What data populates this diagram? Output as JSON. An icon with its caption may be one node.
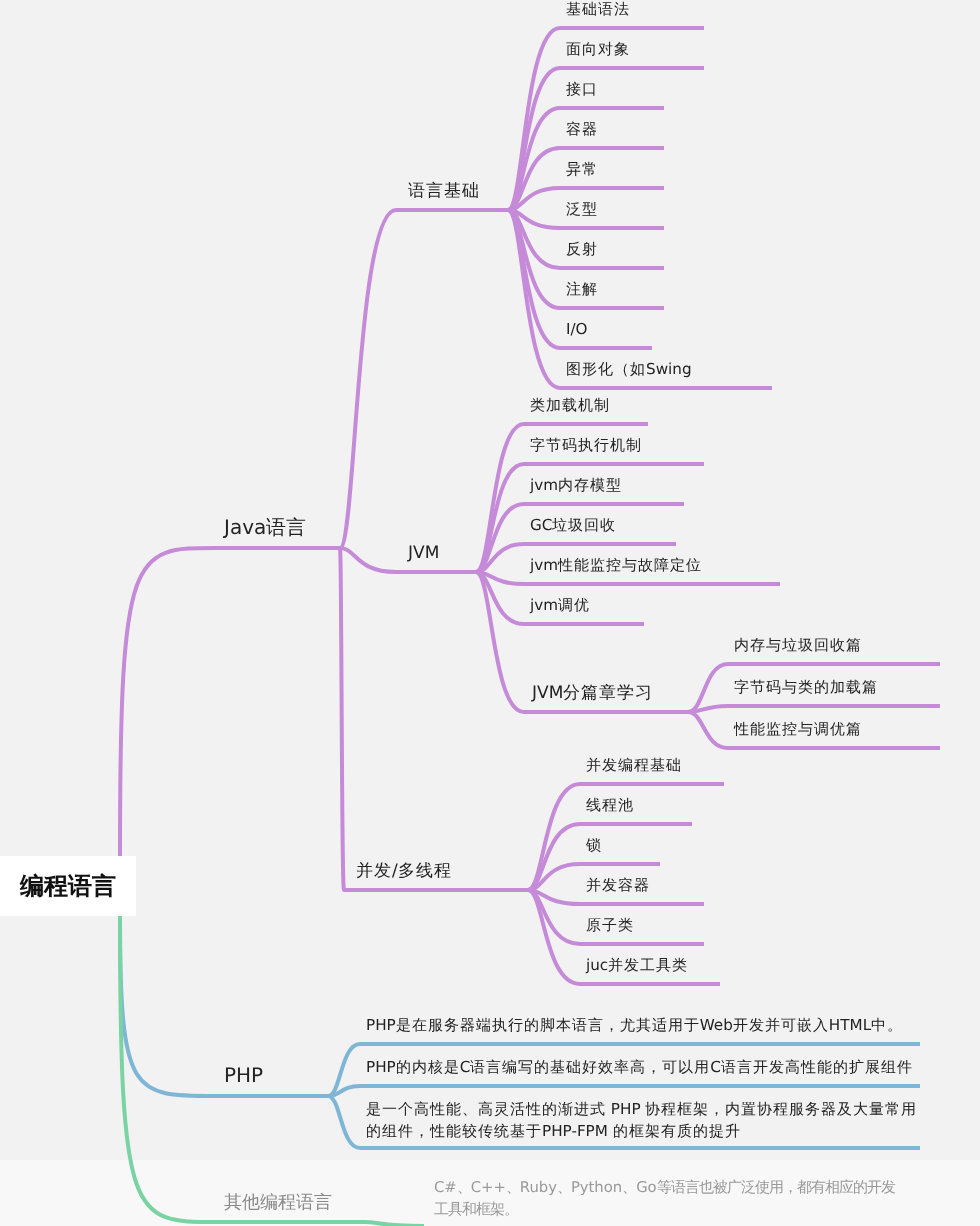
{
  "diagram": {
    "nodes": [
      {
        "text": [
          "编程语言"
        ]
      },
      {
        "text": [
          "Java语言"
        ]
      },
      {
        "text": [
          "语言基础"
        ]
      },
      {
        "text": [
          "基础语法"
        ]
      },
      {
        "text": [
          "面向对象"
        ]
      },
      {
        "text": [
          "接口"
        ]
      },
      {
        "text": [
          "容器"
        ]
      },
      {
        "text": [
          "异常"
        ]
      },
      {
        "text": [
          "泛型"
        ]
      },
      {
        "text": [
          "反射"
        ]
      },
      {
        "text": [
          "注解"
        ]
      },
      {
        "text": [
          "I/O"
        ]
      },
      {
        "text": [
          "图形化（如Swing"
        ]
      },
      {
        "text": [
          "JVM"
        ]
      },
      {
        "text": [
          "类加载机制"
        ]
      },
      {
        "text": [
          "字节码执行机制"
        ]
      },
      {
        "text": [
          "jvm内存模型"
        ]
      },
      {
        "text": [
          "GC垃圾回收"
        ]
      },
      {
        "text": [
          "jvm性能监控与故障定位"
        ]
      },
      {
        "text": [
          "jvm调优"
        ]
      },
      {
        "text": [
          "JVM分篇章学习"
        ]
      },
      {
        "text": [
          "内存与垃圾回收篇"
        ]
      },
      {
        "text": [
          "字节码与类的加载篇"
        ]
      },
      {
        "text": [
          "性能监控与调优篇"
        ]
      },
      {
        "text": [
          "并发/多线程"
        ]
      },
      {
        "text": [
          "并发编程基础"
        ]
      },
      {
        "text": [
          "线程池"
        ]
      },
      {
        "text": [
          "锁"
        ]
      },
      {
        "text": [
          "并发容器"
        ]
      },
      {
        "text": [
          "原子类"
        ]
      },
      {
        "text": [
          "juc并发工具类"
        ]
      },
      {
        "text": [
          "PHP"
        ]
      },
      {
        "text": [
          "PHP是在服务器端执行的脚本语言，尤其适用于Web开发并可嵌入HTML中。"
        ]
      },
      {
        "text": [
          "PHP的内核是C语言编写的基础好效率高，可以用C语言开发高性能的扩展组件"
        ]
      },
      {
        "text": [
          "是一个高性能、高灵活性的渐进式 PHP 协程框架，内置协程服务器及大量常用的组件，性能较传统基于PHP-FPM 的框架有质的提升"
        ]
      },
      {
        "text": [
          "其他编程语言"
        ]
      },
      {
        "text": [
          "C#、C++、Ruby、Python、Go等语言也被广泛使用，都有相应的开发工具和框架。"
        ]
      }
    ],
    "edges": [
      {
        "from": 0,
        "to": 1,
        "arrow": "none"
      },
      {
        "from": 1,
        "to": 2,
        "arrow": "none"
      },
      {
        "from": 2,
        "to": 3,
        "arrow": "none"
      },
      {
        "from": 2,
        "to": 4,
        "arrow": "none"
      },
      {
        "from": 2,
        "to": 5,
        "arrow": "none"
      },
      {
        "from": 2,
        "to": 6,
        "arrow": "none"
      },
      {
        "from": 2,
        "to": 7,
        "arrow": "none"
      },
      {
        "from": 2,
        "to": 8,
        "arrow": "none"
      },
      {
        "from": 2,
        "to": 9,
        "arrow": "none"
      },
      {
        "from": 2,
        "to": 10,
        "arrow": "none"
      },
      {
        "from": 2,
        "to": 11,
        "arrow": "none"
      },
      {
        "from": 2,
        "to": 12,
        "arrow": "none"
      },
      {
        "from": 1,
        "to": 13,
        "arrow": "none"
      },
      {
        "from": 13,
        "to": 14,
        "arrow": "none"
      },
      {
        "from": 13,
        "to": 15,
        "arrow": "none"
      },
      {
        "from": 13,
        "to": 16,
        "arrow": "none"
      },
      {
        "from": 13,
        "to": 17,
        "arrow": "none"
      },
      {
        "from": 13,
        "to": 18,
        "arrow": "none"
      },
      {
        "from": 13,
        "to": 19,
        "arrow": "none"
      },
      {
        "from": 13,
        "to": 20,
        "arrow": "none"
      },
      {
        "from": 20,
        "to": 21,
        "arrow": "none"
      },
      {
        "from": 20,
        "to": 22,
        "arrow": "none"
      },
      {
        "from": 20,
        "to": 23,
        "arrow": "none"
      },
      {
        "from": 1,
        "to": 24,
        "arrow": "none"
      },
      {
        "from": 24,
        "to": 25,
        "arrow": "none"
      },
      {
        "from": 24,
        "to": 26,
        "arrow": "none"
      },
      {
        "from": 24,
        "to": 27,
        "arrow": "none"
      },
      {
        "from": 24,
        "to": 28,
        "arrow": "none"
      },
      {
        "from": 24,
        "to": 29,
        "arrow": "none"
      },
      {
        "from": 24,
        "to": 30,
        "arrow": "none"
      },
      {
        "from": 0,
        "to": 31,
        "arrow": "none",
        "color": "#7fb6d6"
      },
      {
        "from": 31,
        "to": 32,
        "arrow": "none",
        "color": "#7fb6d6"
      },
      {
        "from": 31,
        "to": 33,
        "arrow": "none",
        "color": "#7fb6d6"
      },
      {
        "from": 31,
        "to": 34,
        "arrow": "none",
        "color": "#7fb6d6"
      },
      {
        "from": 0,
        "to": 35,
        "arrow": "none",
        "color": "#79d3a3"
      },
      {
        "from": 35,
        "to": 36,
        "arrow": "none",
        "color": "#79d3a3"
      }
    ]
  }
}
